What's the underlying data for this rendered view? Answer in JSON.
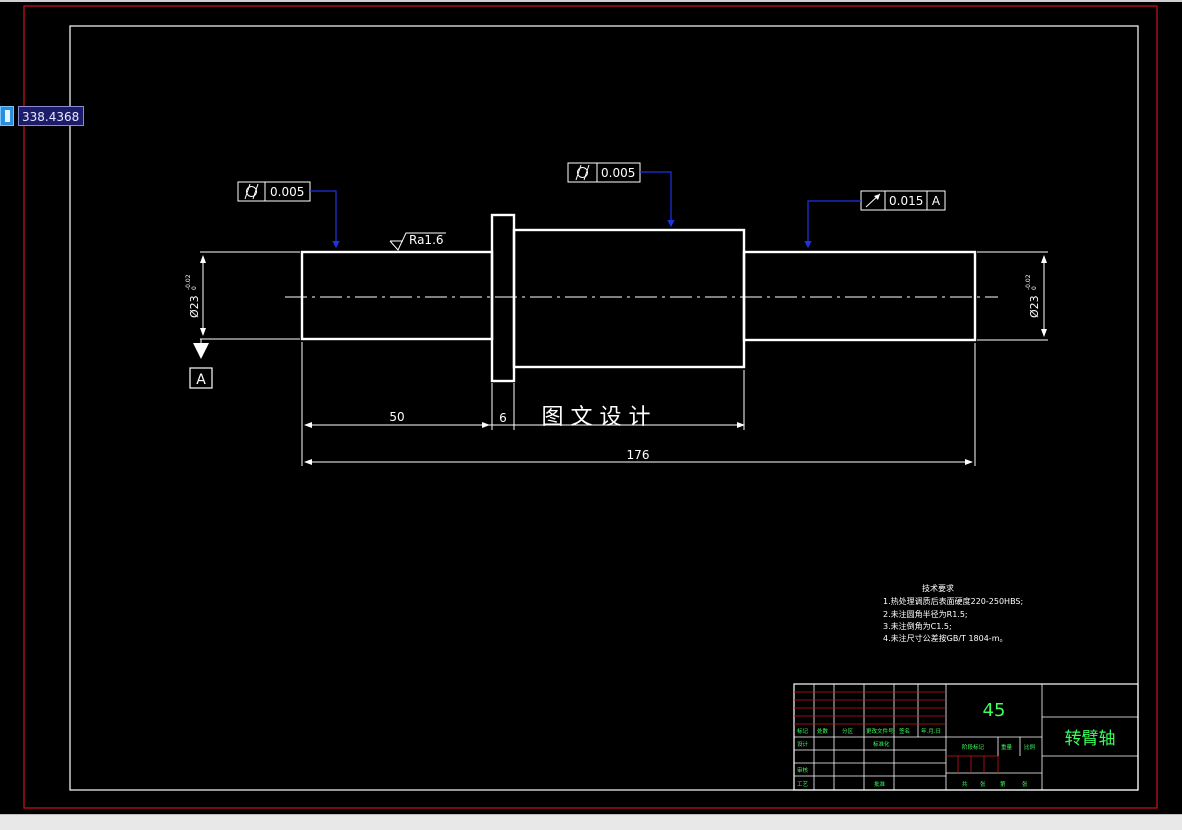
{
  "coordinate_readout": "338.4368",
  "drawing": {
    "title_cn": "图 文 设 计",
    "datum_label": "A",
    "surface_finish": "Ra1.6",
    "dimensions": {
      "left_diameter": "Ø23",
      "left_tol_upper": "-0.02",
      "left_tol_lower": "0",
      "right_diameter": "Ø23",
      "right_tol_upper": "-0.02",
      "right_tol_lower": "0",
      "len_50": "50",
      "len_6": "6",
      "len_176": "176"
    },
    "tolerances": {
      "left_cyl": "0.005",
      "center_cyl": "0.005",
      "right_runout": "0.015",
      "right_runout_datum": "A"
    }
  },
  "tech_requirements": {
    "heading": "技术要求",
    "items": [
      "1.热处理调质后表面硬度220-250HBS;",
      "2.未注圆角半径为R1.5;",
      "3.未注倒角为C1.5;",
      "4.未注尺寸公差按GB/T 1804-m。"
    ]
  },
  "title_block": {
    "material": "45",
    "part_name": "转臂轴",
    "header_cells": [
      "标记",
      "处数",
      "分区",
      "更改文件号",
      "签名",
      "年.月.日"
    ],
    "design_label": "设计",
    "standardize_label": "标准化",
    "stage_mark_label": "阶段标记",
    "weight_label": "重量",
    "scale_label": "比例",
    "review_label": "审核",
    "process_label": "工艺",
    "approve_label": "批准",
    "sheet_text": [
      "共",
      "张",
      "第",
      "张"
    ]
  },
  "colors": {
    "background": "#000000",
    "outline": "#ffffff",
    "border_red": "#c8141e",
    "leader_blue": "#1e32e6",
    "title_green": "#3cff5a",
    "title_red": "#ff2020"
  }
}
